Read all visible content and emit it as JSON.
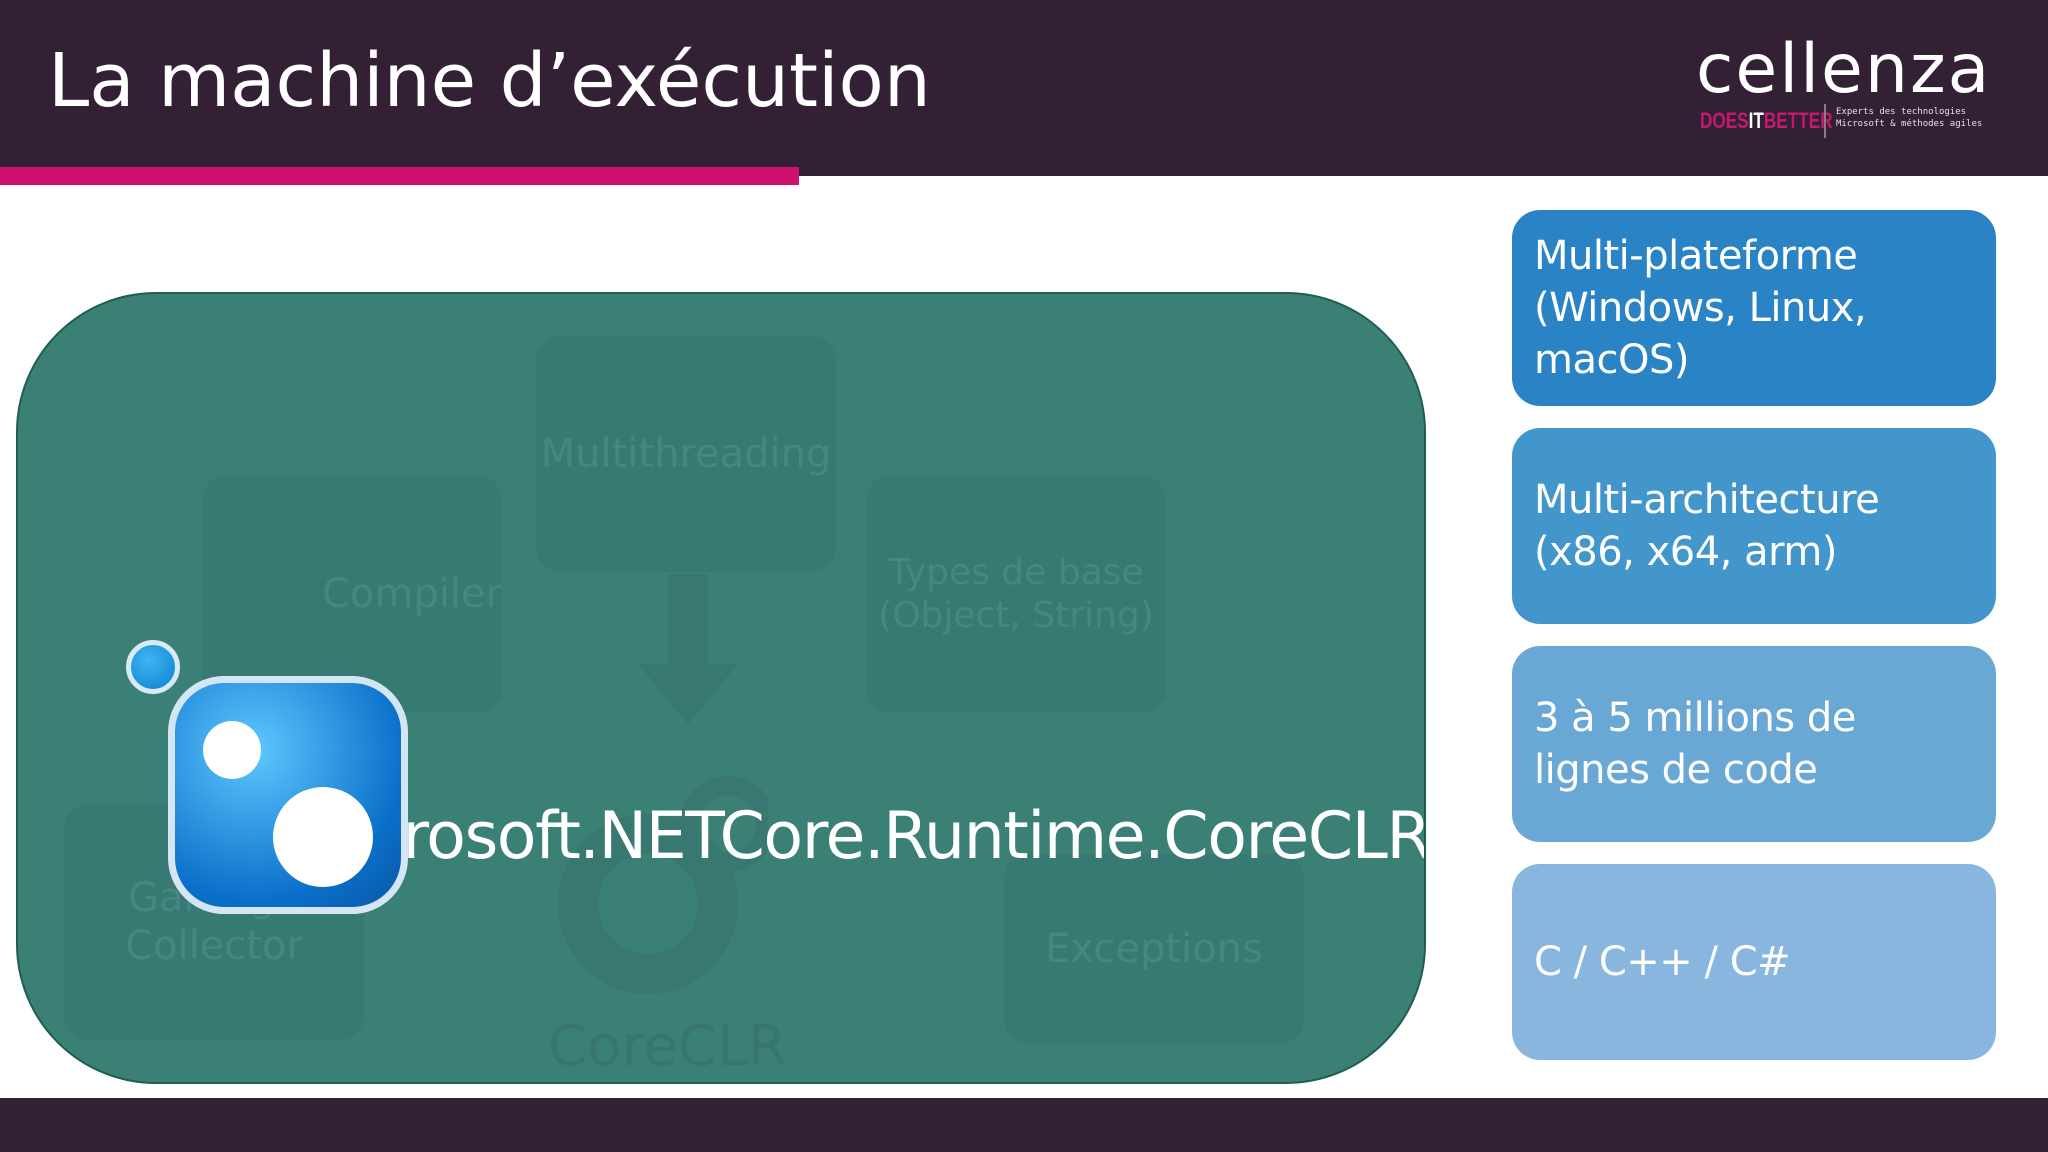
{
  "slide": {
    "title": "La machine d’exécution",
    "logo": {
      "word": "cellenza",
      "tag_a": "DOES",
      "tag_b": "IT",
      "tag_c": "BETTER",
      "sub1": "Experts des technologies",
      "sub2": "Microsoft & méthodes agiles"
    },
    "runtime_label": "Microsoft.NETCore.Runtime.CoreCLR",
    "background_diagram": {
      "boxes": [
        "Multithreading",
        "Compiler",
        "Types de base (Object, String)",
        "Garbage Collector",
        "Exceptions"
      ],
      "center_label": "CoreCLR"
    },
    "cards": [
      "Multi-plateforme (Windows, Linux, macOS)",
      "Multi-architecture (x86, x64, arm)",
      "3 à 5 millions de lignes de code",
      "C / C++ / C#"
    ]
  },
  "colors": {
    "header": "#342035",
    "accent": "#d0106e",
    "panel": "#2f7a6f",
    "card1": "#2a83c4",
    "card2": "#4296cc",
    "card3": "#69a8d4",
    "card4": "#89b6df"
  }
}
